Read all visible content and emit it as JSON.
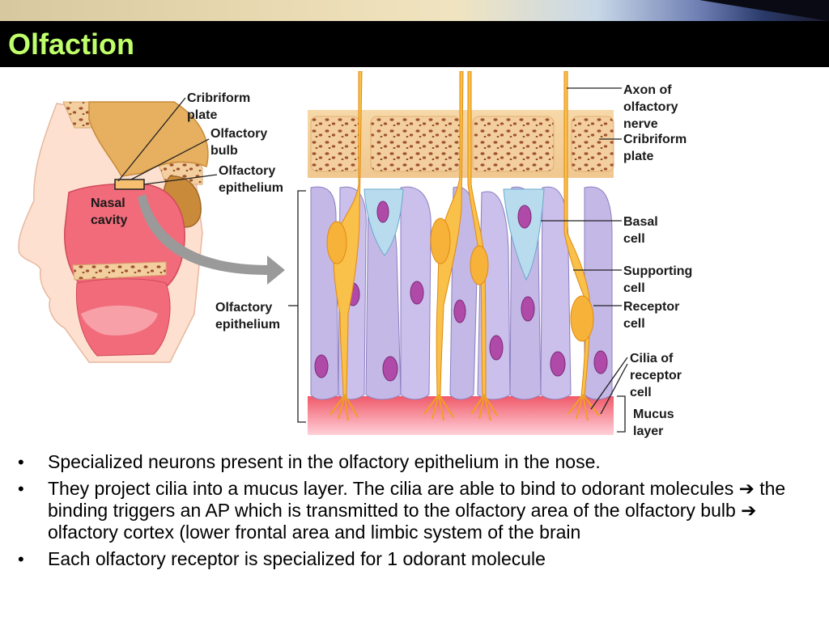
{
  "slide": {
    "title": "Olfaction"
  },
  "labels": {
    "cribriform_plate_left": [
      "Cribriform",
      "plate"
    ],
    "olfactory_bulb": [
      "Olfactory",
      "bulb"
    ],
    "olfactory_epithelium_top": [
      "Olfactory",
      "epithelium"
    ],
    "nasal_cavity": [
      "Nasal",
      "cavity"
    ],
    "olfactory_epithelium_mid": [
      "Olfactory",
      "epithelium"
    ],
    "axon_of_olfactory_nerve": [
      "Axon of",
      "olfactory",
      "nerve"
    ],
    "cribriform_plate_right": [
      "Cribriform",
      "plate"
    ],
    "basal_cell": [
      "Basal",
      "cell"
    ],
    "supporting_cell": [
      "Supporting",
      "cell"
    ],
    "receptor_cell": [
      "Receptor",
      "cell"
    ],
    "cilia_of_receptor_cell": [
      "Cilia of",
      "receptor",
      "cell"
    ],
    "mucus_layer": [
      "Mucus",
      "layer"
    ]
  },
  "bullets": [
    "Specialized neurons present in the olfactory epithelium in the nose.",
    "They project cilia into a mucus layer.  The cilia are able to bind to odorant molecules ➔ the binding triggers an AP which is transmitted to the olfactory area of the olfactory bulb ➔ olfactory cortex (lower frontal area and limbic system of the brain",
    "Each olfactory receptor is specialized for 1 odorant molecule"
  ],
  "bullet_glyph": "•"
}
